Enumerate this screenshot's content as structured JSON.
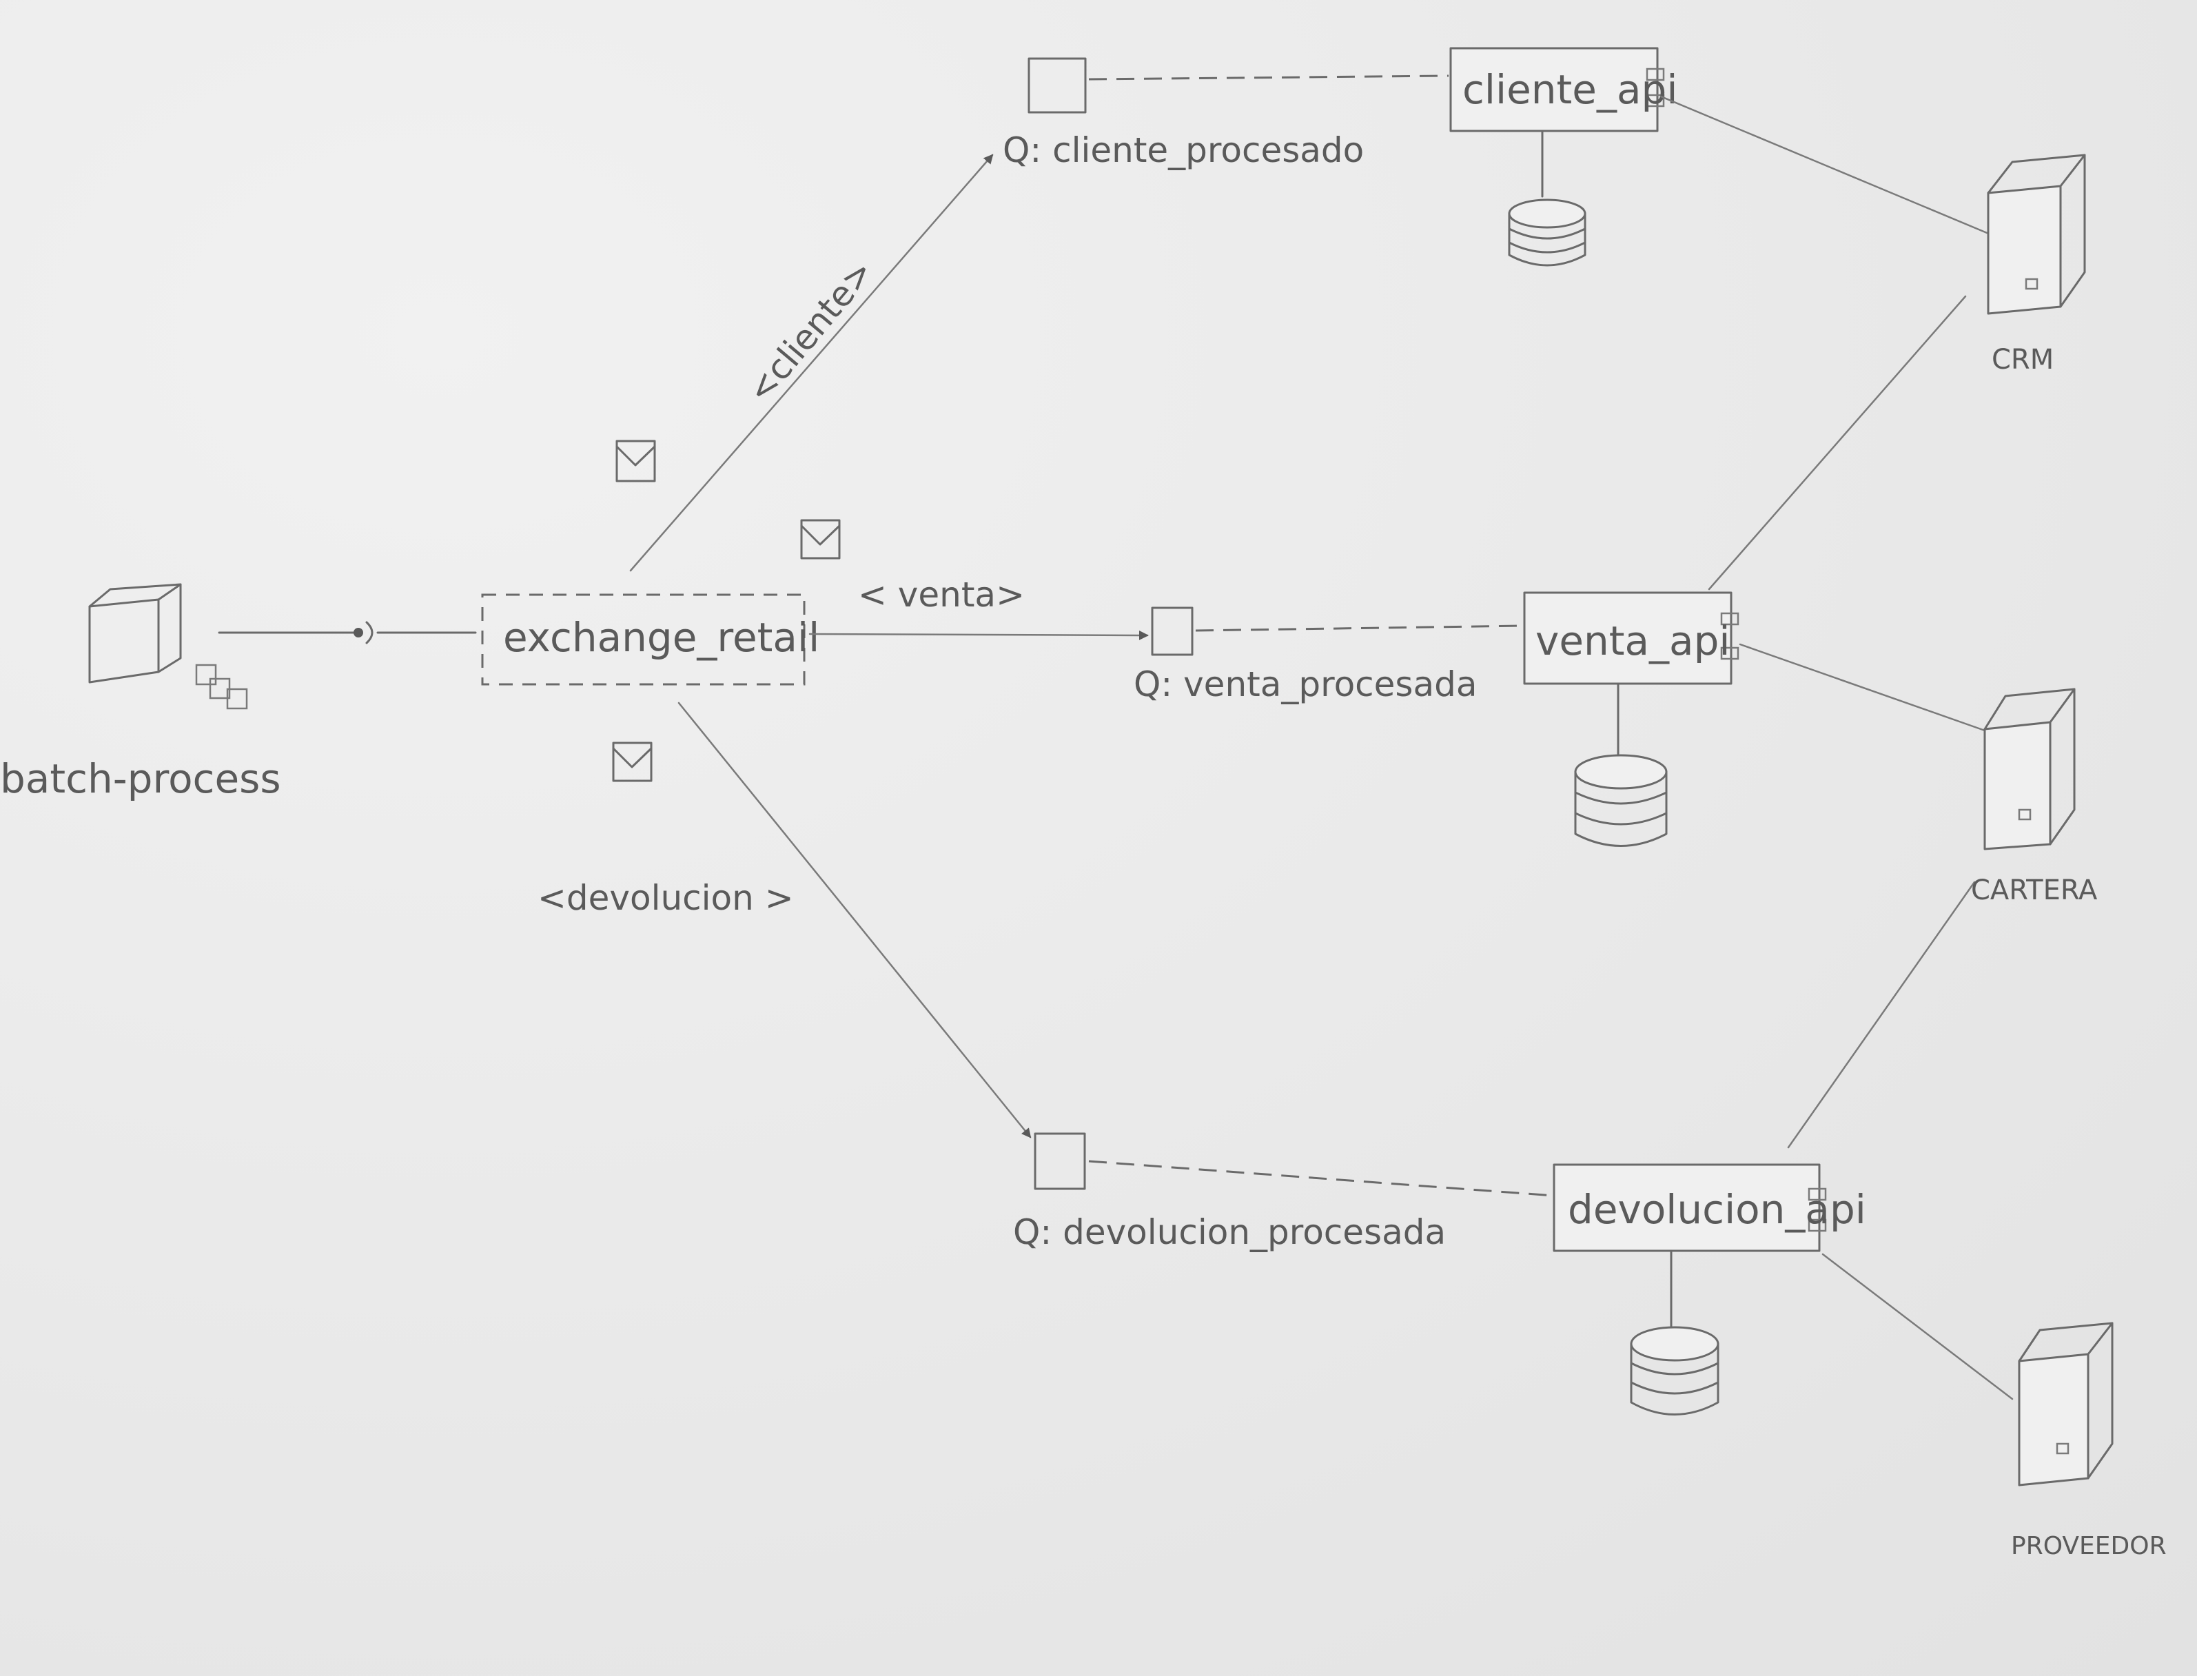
{
  "diagram": {
    "batch_process": "batch-process",
    "exchange": "exchange_retail",
    "messages": {
      "cliente": "<cliente>",
      "venta": "< venta>",
      "devolucion": "<devolucion >"
    },
    "queues": {
      "cliente": "Q: cliente_procesado",
      "venta": "Q: venta_procesada",
      "devolucion": "Q: devolucion_procesada"
    },
    "apis": {
      "cliente": "cliente_api",
      "venta": "venta_api",
      "devolucion": "devolucion_api"
    },
    "systems": {
      "crm": "CRM",
      "cartera": "CARTERA",
      "proveedor": "PROVEEDOR"
    }
  }
}
